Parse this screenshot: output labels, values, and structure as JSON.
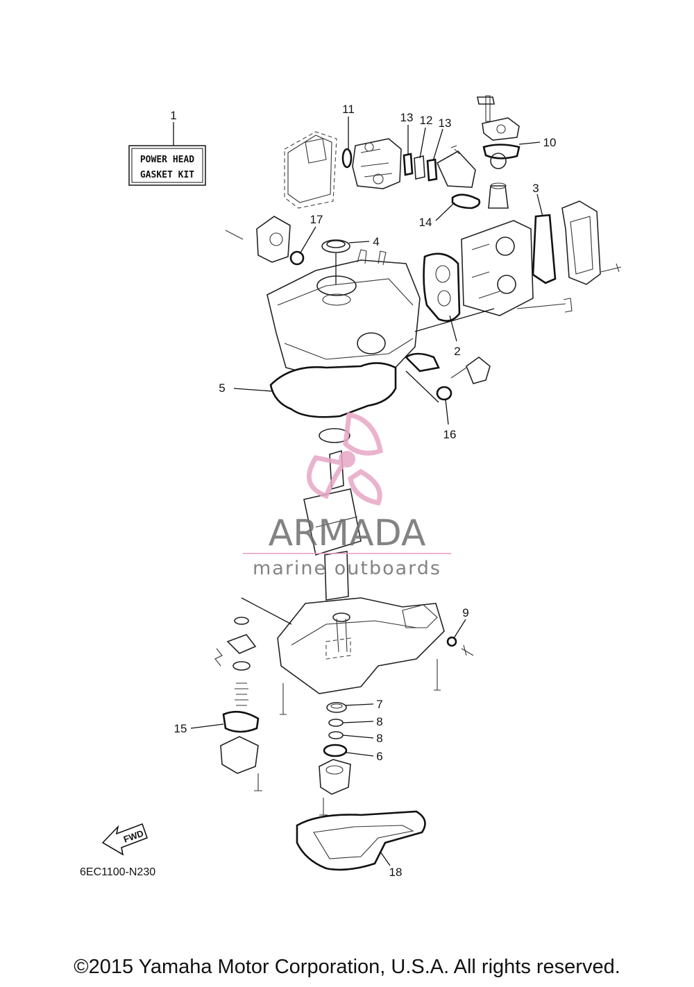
{
  "kit": {
    "line1": "POWER HEAD",
    "line2": "GASKET KIT"
  },
  "callouts": {
    "c1": "1",
    "c2": "2",
    "c3": "3",
    "c4": "4",
    "c5": "5",
    "c6": "6",
    "c7": "7",
    "c8a": "8",
    "c8b": "8",
    "c9": "9",
    "c10": "10",
    "c11": "11",
    "c12": "12",
    "c13a": "13",
    "c13b": "13",
    "c14": "14",
    "c15": "15",
    "c16": "16",
    "c17": "17",
    "c18": "18"
  },
  "fwd_label": "FWD",
  "diagram_code": "6EC1100-N230",
  "watermark": {
    "brand": "ARMADA",
    "tagline": "marine outboards",
    "colors": {
      "pink": "#e7a6c6",
      "gray": "#6e6e6e"
    }
  },
  "copyright": "©2015 Yamaha Motor Corporation, U.S.A. All rights reserved."
}
